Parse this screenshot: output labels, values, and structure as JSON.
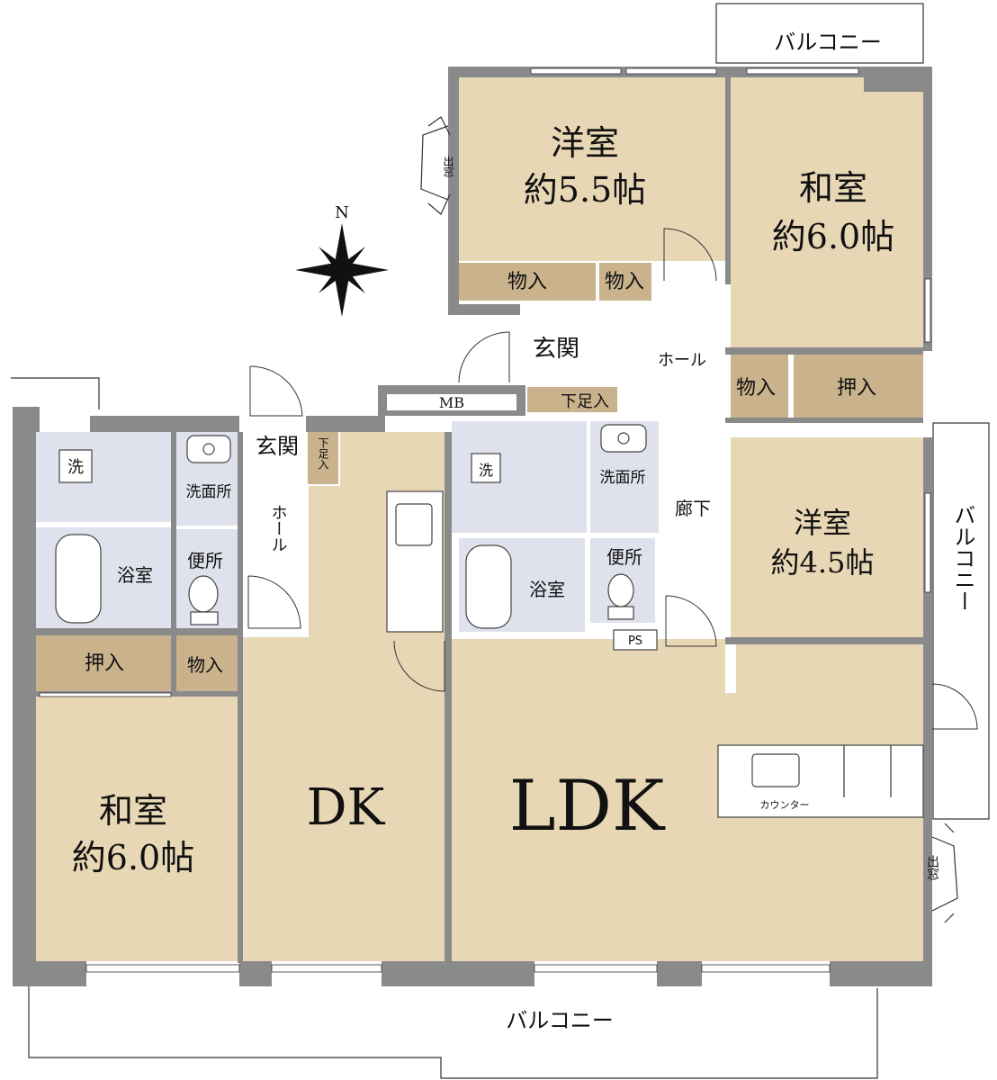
{
  "compass": {
    "north_label": "N"
  },
  "rooms": {
    "western_room_top": {
      "name": "洋室",
      "size": "約5.5帖"
    },
    "japanese_room_top": {
      "name": "和室",
      "size": "約6.0帖"
    },
    "western_room_right": {
      "name": "洋室",
      "size": "約4.5帖"
    },
    "japanese_room_left": {
      "name": "和室",
      "size": "約6.0帖"
    },
    "dk": {
      "name": "DK"
    },
    "ldk": {
      "name": "LDK"
    }
  },
  "labels": {
    "balcony_top": "バルコニー",
    "balcony_right": "バルコニー",
    "balcony_bottom": "バルコニー",
    "bay_window_top": "出窓",
    "bay_window_right": "出窓",
    "storage_1": "物入",
    "storage_2": "物入",
    "storage_3": "物入",
    "storage_4": "物入",
    "closet_right": "押入",
    "closet_left": "押入",
    "entrance_right": "玄関",
    "entrance_left": "玄関",
    "hall_right": "ホール",
    "hall_left": "ホール",
    "mb": "MB",
    "shoe_storage_right": "下足入",
    "shoe_storage_left": "下足入",
    "washer_left": "洗",
    "washer_right": "洗",
    "washroom_left": "洗面所",
    "washroom_right": "洗面所",
    "bath_left": "浴室",
    "bath_right": "浴室",
    "toilet_left": "便所",
    "toilet_right": "便所",
    "corridor": "廊下",
    "ps": "PS",
    "counter": "カウンター"
  },
  "colors": {
    "room_beige": "#e8d7b5",
    "storage_brown": "#c9b28c",
    "wet_blue": "#dfe2ec",
    "wall_gray": "#8a8a8a",
    "outline": "#333333"
  }
}
